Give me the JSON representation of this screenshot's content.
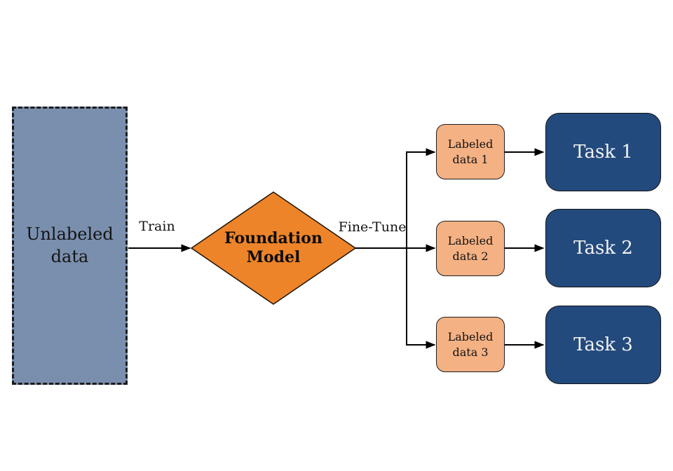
{
  "diagram": {
    "title": "Foundation model training and fine-tuning diagram",
    "nodes": {
      "unlabeled": {
        "label": "Unlabeled\ndata",
        "shape": "dashed-rectangle",
        "fill": "#7A8FAE"
      },
      "foundation": {
        "label": "Foundation\nModel",
        "shape": "diamond",
        "fill": "#EE8429"
      },
      "labeled": [
        {
          "label": "Labeled\ndata 1",
          "shape": "rounded-rectangle",
          "fill": "#F4B183"
        },
        {
          "label": "Labeled\ndata 2",
          "shape": "rounded-rectangle",
          "fill": "#F4B183"
        },
        {
          "label": "Labeled\ndata 3",
          "shape": "rounded-rectangle",
          "fill": "#F4B183"
        }
      ],
      "tasks": [
        {
          "label": "Task 1",
          "shape": "rounded-rectangle",
          "fill": "#234A7C"
        },
        {
          "label": "Task 2",
          "shape": "rounded-rectangle",
          "fill": "#234A7C"
        },
        {
          "label": "Task 3",
          "shape": "rounded-rectangle",
          "fill": "#234A7C"
        }
      ]
    },
    "edges": {
      "train": {
        "label": "Train",
        "from": "unlabeled",
        "to": "foundation"
      },
      "finetune": {
        "label": "Fine-Tune",
        "from": "foundation",
        "to": "labeled-data-branches"
      }
    },
    "colors": {
      "background": "#FFFFFF",
      "line": "#000000",
      "unlabeled_fill": "#7A8FAE",
      "diamond_fill": "#EE8429",
      "labeled_fill": "#F4B183",
      "task_fill": "#234A7C",
      "task_text": "#F2F3F5",
      "text": "#141414"
    }
  }
}
